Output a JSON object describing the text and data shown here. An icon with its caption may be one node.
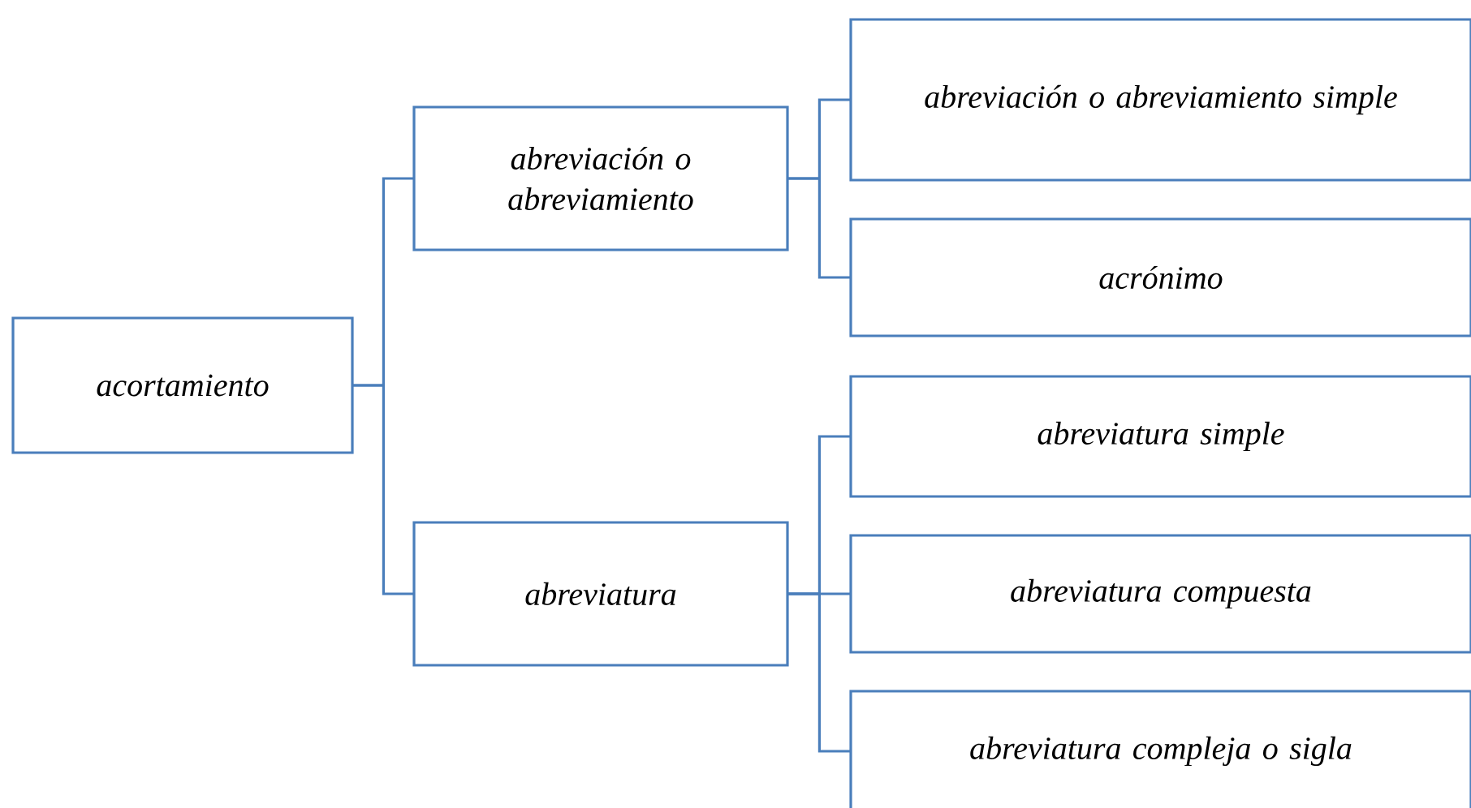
{
  "diagram": {
    "nodes": [
      {
        "text": [
          "acortamiento"
        ]
      },
      {
        "text": [
          "abreviación o abreviamiento"
        ]
      },
      {
        "text": [
          "abreviatura"
        ]
      },
      {
        "text": [
          "abreviación o abreviamiento simple"
        ]
      },
      {
        "text": [
          "acrónimo"
        ]
      },
      {
        "text": [
          "abreviatura simple"
        ]
      },
      {
        "text": [
          "abreviatura compuesta"
        ]
      },
      {
        "text": [
          "abreviatura compleja o sigla"
        ]
      }
    ],
    "edges": [
      {
        "from": 0,
        "to": 1,
        "arrow": "none"
      },
      {
        "from": 0,
        "to": 2,
        "arrow": "none"
      },
      {
        "from": 1,
        "to": 3,
        "arrow": "none"
      },
      {
        "from": 1,
        "to": 4,
        "arrow": "none"
      },
      {
        "from": 2,
        "to": 5,
        "arrow": "none"
      },
      {
        "from": 2,
        "to": 6,
        "arrow": "none"
      },
      {
        "from": 2,
        "to": 7,
        "arrow": "none"
      }
    ]
  }
}
